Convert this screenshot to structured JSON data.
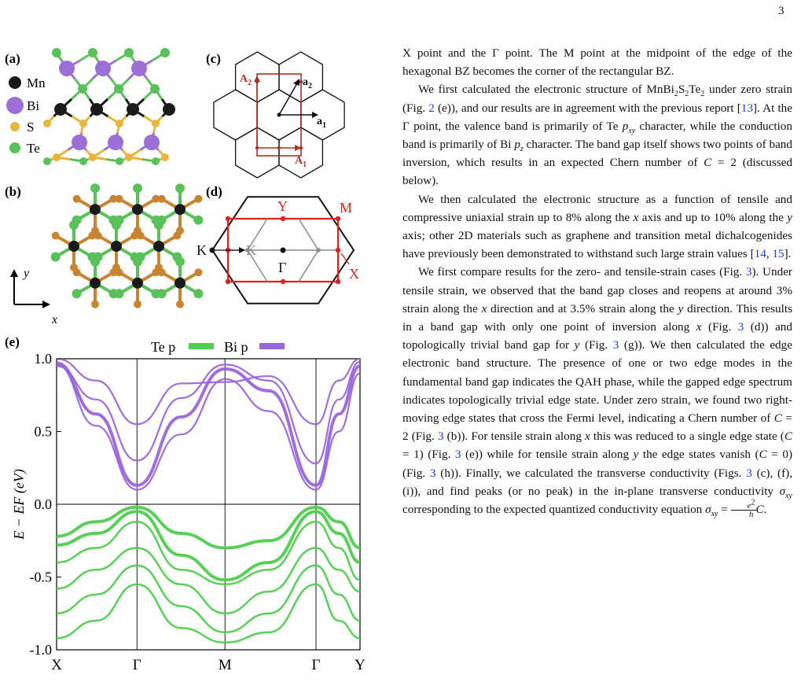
{
  "page_number": "3",
  "labels": {
    "a": "(a)",
    "b": "(b)",
    "c": "(c)",
    "d": "(d)",
    "e": "(e)"
  },
  "legend_atoms": [
    {
      "symbol": "Mn",
      "color": "#1a1a1a"
    },
    {
      "symbol": "Bi",
      "color": "#9b6fd6"
    },
    {
      "symbol": "S",
      "color": "#e8b53c"
    },
    {
      "symbol": "Te",
      "color": "#5ac15a"
    }
  ],
  "axes_labels": {
    "y": "y",
    "x": "x"
  },
  "bz_lattice": {
    "A2": "A",
    "A2_sub": "2",
    "a2": "a",
    "a2_sub": "2",
    "a1": "a",
    "a1_sub": "1",
    "A1": "A",
    "A1_sub": "1"
  },
  "bz_points": {
    "Y": "Y",
    "M": "M",
    "K_outer": "K",
    "K_inner": "K",
    "Gamma": "Γ",
    "X": "X"
  },
  "colors": {
    "te_p": "#4fce4f",
    "bi_p": "#9966dd",
    "bz_red": "#e02020",
    "bz_brown": "#b03020"
  },
  "chart_data": {
    "type": "line",
    "title": "",
    "legend": [
      {
        "name": "Te p",
        "color": "#4fce4f"
      },
      {
        "name": "Bi p",
        "color": "#9966dd"
      }
    ],
    "ylabel": "E − EF (eV)",
    "xlabel": "",
    "ylim": [
      -1.0,
      1.0
    ],
    "yticks": [
      "1.0",
      "0.5",
      "0.0",
      "-0.5",
      "-1.0"
    ],
    "xticks": [
      "X",
      "Γ",
      "M",
      "Γ",
      "Y"
    ],
    "kpath": [
      0,
      1,
      2,
      3,
      4
    ],
    "conduction_bands": [
      [
        0.97,
        0.62,
        0.13,
        0.6,
        0.93,
        0.78,
        0.13,
        0.62,
        0.95
      ],
      [
        0.96,
        0.54,
        0.1,
        0.48,
        0.86,
        0.64,
        0.1,
        0.5,
        0.9
      ],
      [
        0.95,
        0.72,
        0.3,
        0.73,
        0.96,
        0.85,
        0.28,
        0.72,
        0.98
      ],
      [
        1.0,
        0.85,
        0.55,
        0.83,
        0.84,
        0.88,
        0.55,
        0.85,
        1.0
      ]
    ],
    "valence_bands": [
      [
        -0.22,
        -0.12,
        -0.02,
        -0.2,
        -0.3,
        -0.25,
        -0.02,
        -0.12,
        -0.3
      ],
      [
        -0.28,
        -0.2,
        -0.05,
        -0.35,
        -0.52,
        -0.4,
        -0.05,
        -0.2,
        -0.4
      ],
      [
        -0.4,
        -0.3,
        -0.12,
        -0.45,
        -0.55,
        -0.45,
        -0.12,
        -0.3,
        -0.52
      ],
      [
        -0.58,
        -0.45,
        -0.3,
        -0.55,
        -0.75,
        -0.6,
        -0.3,
        -0.45,
        -0.6
      ],
      [
        -0.75,
        -0.62,
        -0.42,
        -0.7,
        -0.88,
        -0.75,
        -0.42,
        -0.62,
        -0.8
      ],
      [
        -0.92,
        -0.8,
        -0.55,
        -0.85,
        -0.95,
        -0.88,
        -0.55,
        -0.8,
        -0.92
      ]
    ]
  },
  "text": {
    "p1": "X point and the Γ point. The M point at the midpoint of the edge of the hexagonal BZ becomes the corner of the rectangular BZ.",
    "p2a": "We first calculated the electronic structure of MnBi",
    "p2b": "2",
    "p2c": "S",
    "p2d": "2",
    "p2e": "Te",
    "p2f": "2",
    "p2g": " under zero strain (Fig. ",
    "p2h": "2",
    "p2i": " (e)), and our results are in agreement with the previous report [",
    "p2j": "13",
    "p2k": "]. At the Γ point, the valence band is primarily of Te ",
    "p2l": "p",
    "p2m": "xy",
    "p2n": " character, while the conduction band is primarily of Bi ",
    "p2o": "p",
    "p2p": "z",
    "p2q": " character. The band gap itself shows two points of band inversion, which results in an expected Chern number of ",
    "p2r": "C",
    "p2s": " = 2 (discussed below).",
    "p3a": "We then calculated the electronic structure as a function of tensile and compressive uniaxial strain up to 8% along the ",
    "p3b": "x",
    "p3c": " axis and up to 10% along the ",
    "p3d": "y",
    "p3e": " axis; other 2D materials such as graphene and transition metal dichalcogenides have previously been demonstrated to withstand such large strain values [",
    "p3f": "14",
    "p3g": ", ",
    "p3h": "15",
    "p3i": "].",
    "p4a": "We first compare results for the zero- and tensile-strain cases (Fig. ",
    "p4b": "3",
    "p4c": "). Under tensile strain, we observed that the band gap closes and reopens at around 3% strain along the ",
    "p4d": "x",
    "p4e": " direction and at 3.5% strain along the ",
    "p4f": "y",
    "p4g": " direction. This results in a band gap with only one point of inversion along ",
    "p4h": "x",
    "p4i": " (Fig. ",
    "p4j": "3",
    "p4k": " (d)) and topologically trivial band gap for ",
    "p4l": "y",
    "p4m": " (Fig. ",
    "p4n": "3",
    "p4o": " (g)). We then calculated the edge electronic band structure. The presence of one or two edge modes in the fundamental band gap indicates the QAH phase, while the gapped edge spectrum indicates topologically trivial edge state. Under zero strain, we found two right-moving edge states that cross the Fermi level, indicating a Chern number of ",
    "p4p": "C",
    "p4q": " = 2 (Fig. ",
    "p4r": "3",
    "p4s": " (b)). For tensile strain along ",
    "p4t": "x",
    "p4u": " this was reduced to a single edge state (",
    "p4v": "C",
    "p4w": " = 1) (Fig. ",
    "p4x": "3",
    "p4y": " (e)) while for tensile strain along ",
    "p4z": "y",
    "p4aa": " the edge states vanish (",
    "p4ab": "C",
    "p4ac": " = 0) (Fig. ",
    "p4ad": "3",
    "p4ae": " (h)). Finally, we calculated the transverse conductivity (Figs. ",
    "p4af": "3",
    "p4ag": " (c), (f), (i)), and find peaks (or no peak) in the in-plane transverse conductivity ",
    "p4ah": "σ",
    "p4ai": "xy",
    "p4aj": " corresponding to the expected quantized conductivity equation ",
    "p4ak": "σ",
    "p4al": "xy",
    "p4am": " = ",
    "p4an": "e",
    "p4ao": "2",
    "p4ap": "h",
    "p4aq": "C",
    "p4ar": "."
  }
}
